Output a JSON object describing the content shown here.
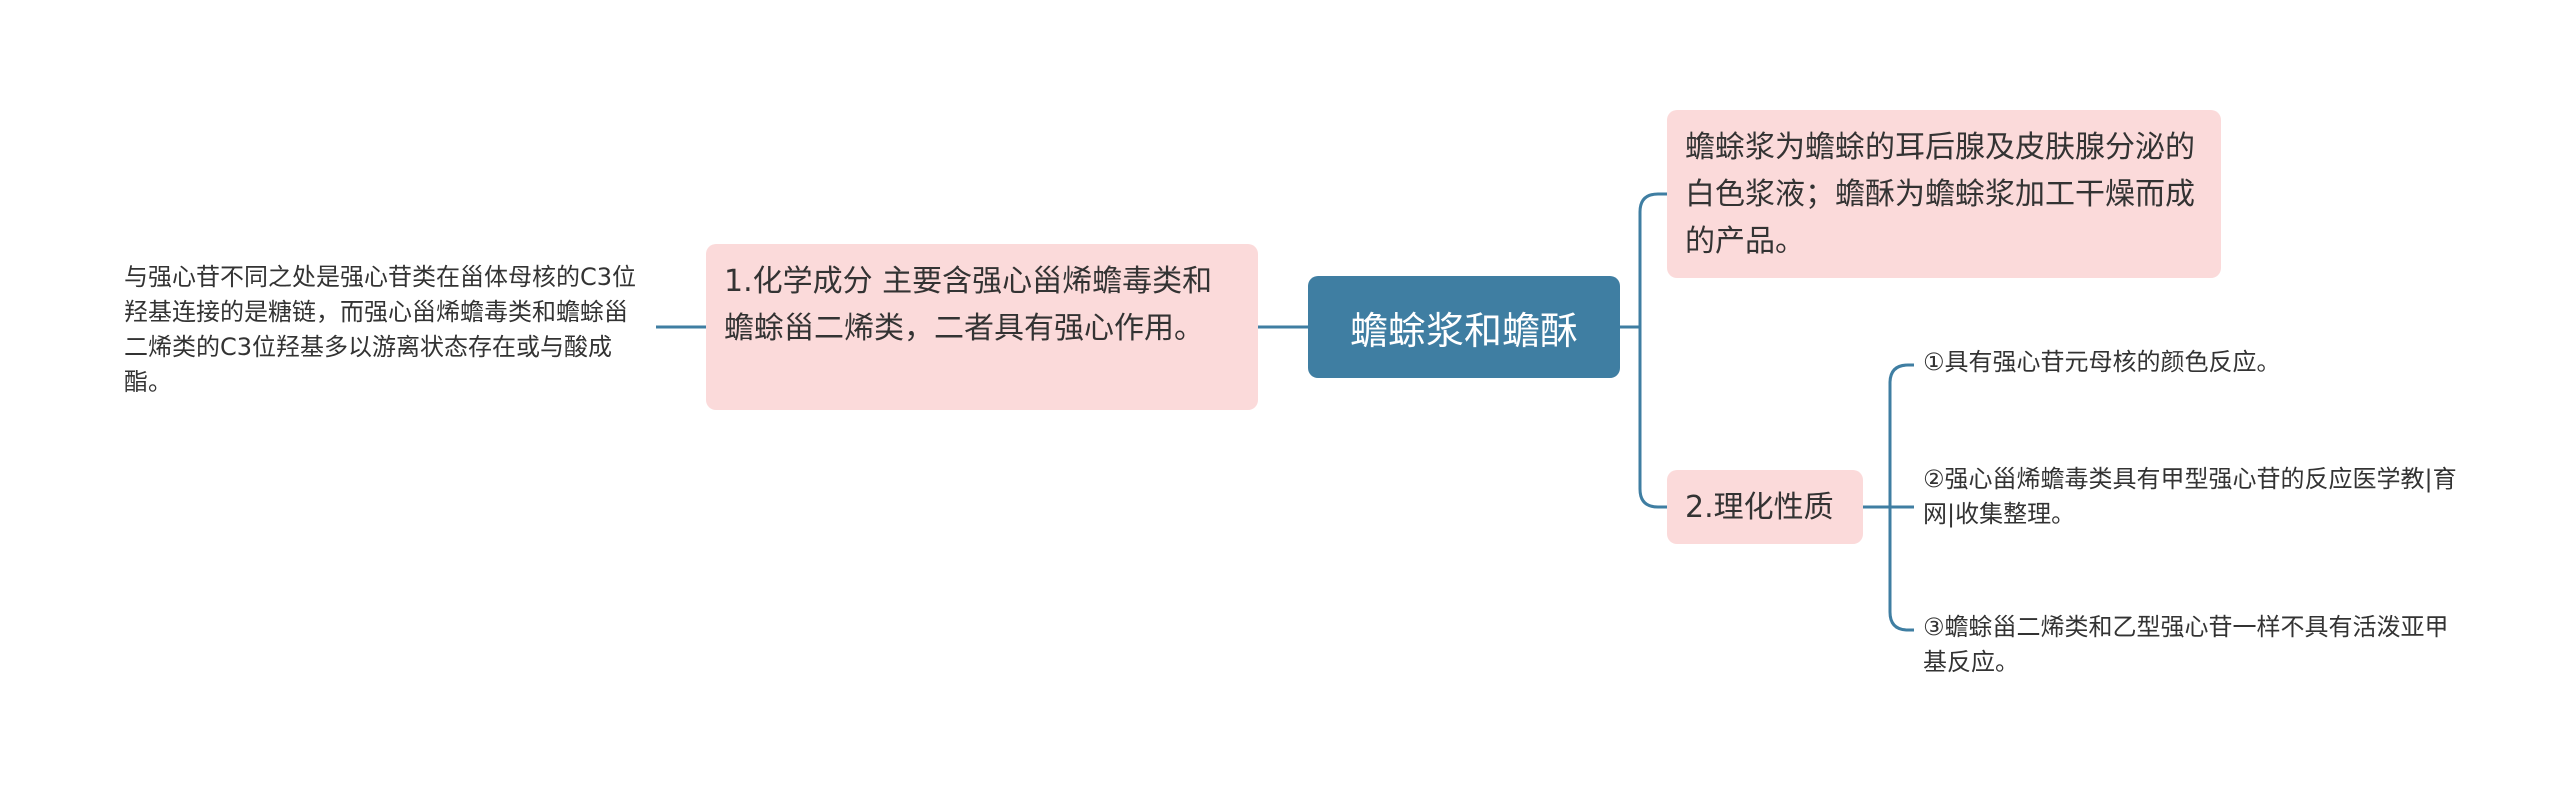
{
  "root": {
    "title": "蟾蜍浆和蟾酥"
  },
  "left": {
    "composition": "1.化学成分 主要含强心甾烯蟾毒类和蟾蜍甾二烯类，二者具有强心作用。",
    "composition_note": "与强心苷不同之处是强心苷类在甾体母核的C3位羟基连接的是糖链，而强心甾烯蟾毒类和蟾蜍甾二烯类的C3位羟基多以游离状态存在或与酸成酯。"
  },
  "right": {
    "definition": "蟾蜍浆为蟾蜍的耳后腺及皮肤腺分泌的白色浆液；蟾酥为蟾蜍浆加工干燥而成的产品。",
    "properties": {
      "label": "2.理化性质",
      "items": [
        "①具有强心苷元母核的颜色反应。",
        "②强心甾烯蟾毒类具有甲型强心苷的反应医学教|育网|收集整理。",
        "③蟾蜍甾二烯类和乙型强心苷一样不具有活泼亚甲基反应。"
      ]
    }
  },
  "colors": {
    "root_fill": "#3f7ea2",
    "branch_fill": "#fbdada",
    "connector": "#3f7ea2",
    "text": "#333333"
  }
}
